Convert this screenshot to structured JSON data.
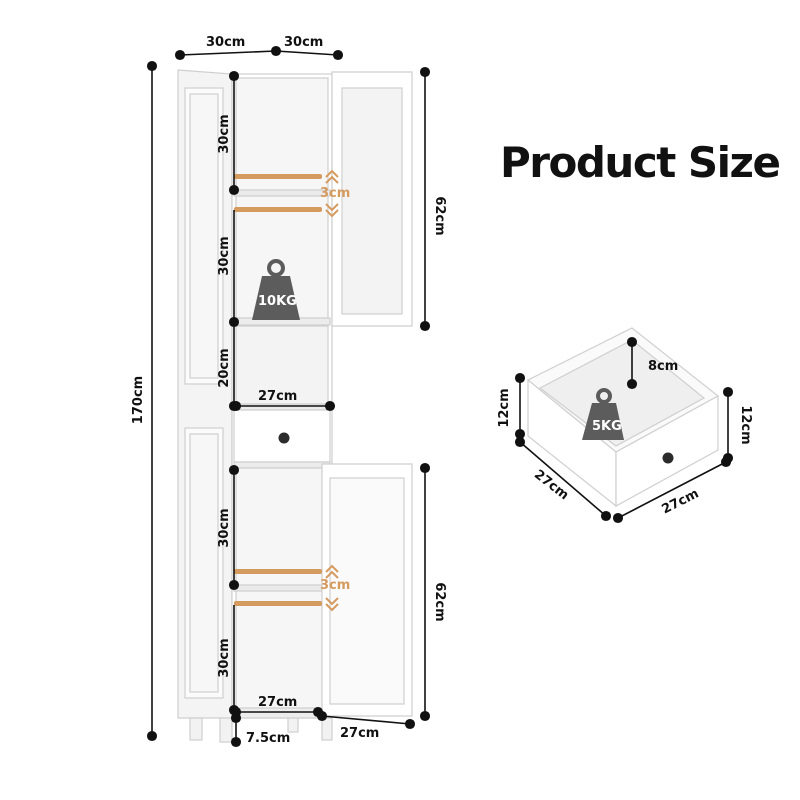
{
  "title": "Product Size",
  "colors": {
    "cabinet": "#ffffff",
    "outline": "#d5d5d5",
    "dimension_line": "#111111",
    "shelf_pin_arrow": "#d59a5e",
    "weight_icon": "#5c5c5c"
  },
  "cabinet": {
    "width_left": "30cm",
    "width_right": "30cm",
    "total_height": "170cm",
    "upper_shelf_top": "30cm",
    "upper_shelf_mid": "30cm",
    "upper_adjust": "3cm",
    "upper_door_height": "62cm",
    "open_shelf_height": "20cm",
    "open_shelf_depth": "27cm",
    "upper_weight": "10KG",
    "lower_shelf_top": "30cm",
    "lower_shelf_bottom": "30cm",
    "lower_adjust": "3cm",
    "lower_door_height": "62cm",
    "bottom_depth": "27cm",
    "door_depth": "27cm",
    "leg_height": "7.5cm"
  },
  "drawer": {
    "inner_depth": "8cm",
    "left_height": "12cm",
    "right_height": "12cm",
    "side_length": "27cm",
    "front_length": "27cm",
    "weight": "5KG"
  },
  "icons": [
    "weight-icon",
    "double-chevron-up-icon",
    "double-chevron-down-icon",
    "drawer-knob-icon"
  ]
}
